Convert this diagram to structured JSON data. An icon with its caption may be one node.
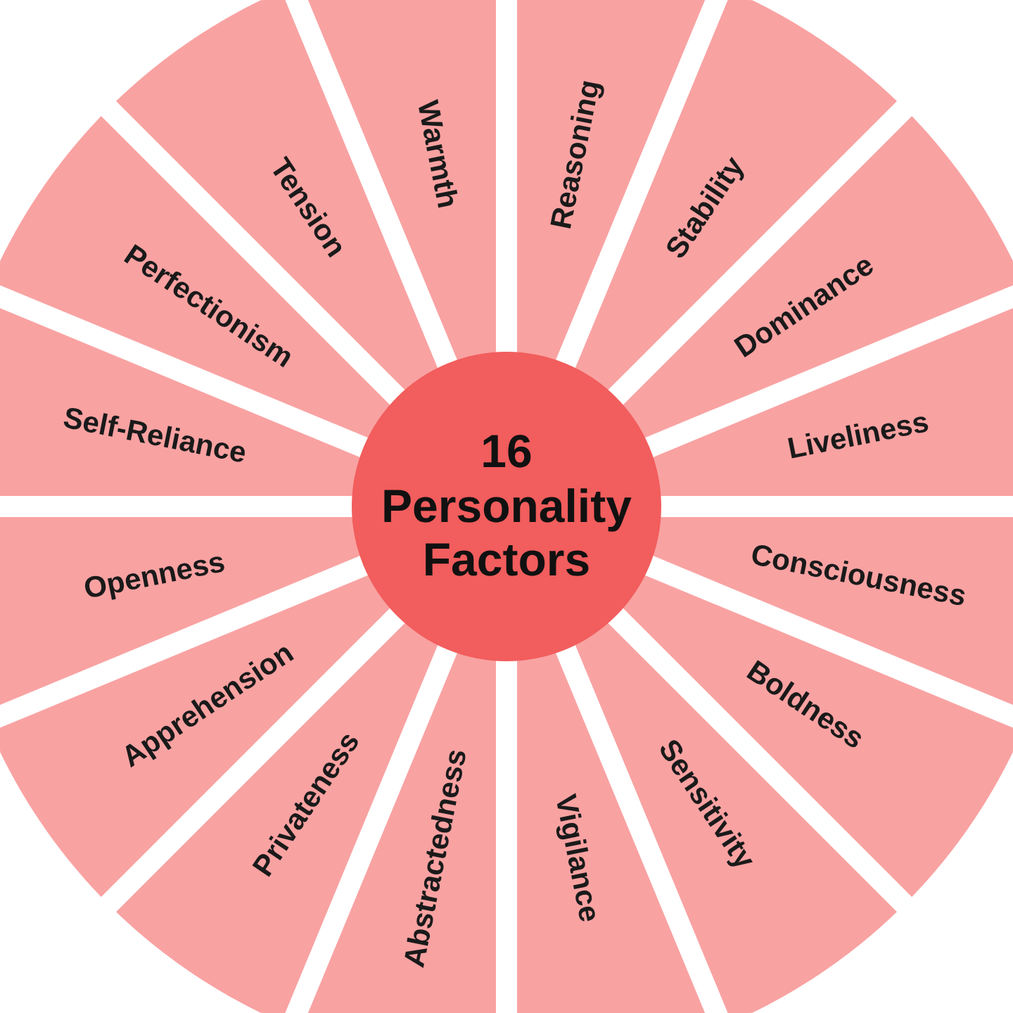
{
  "diagram": {
    "nodes": [
      {
        "text": [
          "16 Personality Factors"
        ]
      },
      {
        "text": [
          "Reasoning"
        ]
      },
      {
        "text": [
          "Stability"
        ]
      },
      {
        "text": [
          "Dominance"
        ]
      },
      {
        "text": [
          "Liveliness"
        ]
      },
      {
        "text": [
          "Consciousness"
        ]
      },
      {
        "text": [
          "Boldness"
        ]
      },
      {
        "text": [
          "Sensitivity"
        ]
      },
      {
        "text": [
          "Vigilance"
        ]
      },
      {
        "text": [
          "Abstractedness"
        ]
      },
      {
        "text": [
          "Privateness"
        ]
      },
      {
        "text": [
          "Apprehension"
        ]
      },
      {
        "text": [
          "Openness"
        ]
      },
      {
        "text": [
          "Self-Reliance"
        ]
      },
      {
        "text": [
          "Perfectionism"
        ]
      },
      {
        "text": [
          "Tension"
        ]
      },
      {
        "text": [
          "Warmth"
        ]
      }
    ]
  }
}
